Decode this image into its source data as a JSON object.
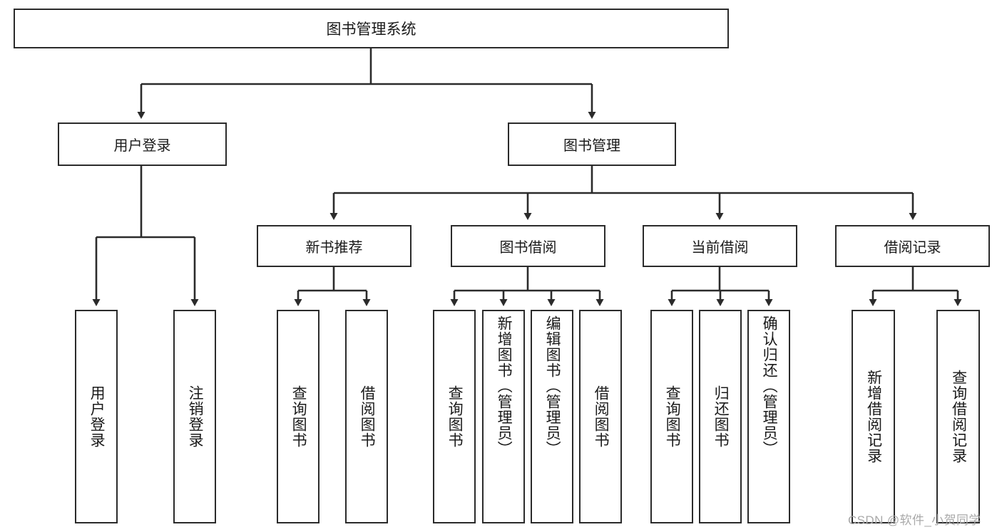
{
  "diagram": {
    "title_node": {
      "label": "图书管理系统"
    },
    "level2": [
      {
        "id": "user-login",
        "label": "用户登录"
      },
      {
        "id": "book-management",
        "label": "图书管理"
      }
    ],
    "level3": [
      {
        "id": "new-book-recommend",
        "label": "新书推荐"
      },
      {
        "id": "book-borrow",
        "label": "图书借阅"
      },
      {
        "id": "current-borrow",
        "label": "当前借阅"
      },
      {
        "id": "borrow-record",
        "label": "借阅记录"
      }
    ],
    "leaves": {
      "user_login": [
        {
          "id": "leaf-user-login",
          "label": "用户登录"
        },
        {
          "id": "leaf-logout",
          "label": "注销登录"
        }
      ],
      "new_book_recommend": [
        {
          "id": "leaf-query-book-1",
          "label": "查询图书"
        },
        {
          "id": "leaf-borrow-book-1",
          "label": "借阅图书"
        }
      ],
      "book_borrow": [
        {
          "id": "leaf-query-book-2",
          "label": "查询图书"
        },
        {
          "id": "leaf-add-book",
          "label": "新增图书（管理员）"
        },
        {
          "id": "leaf-edit-book",
          "label": "编辑图书（管理员）"
        },
        {
          "id": "leaf-borrow-book-2",
          "label": "借阅图书"
        }
      ],
      "current_borrow": [
        {
          "id": "leaf-query-book-3",
          "label": "查询图书"
        },
        {
          "id": "leaf-return-book",
          "label": "归还图书"
        },
        {
          "id": "leaf-confirm-return",
          "label": "确认归还（管理员）"
        }
      ],
      "borrow_record": [
        {
          "id": "leaf-add-record",
          "label": "新增借阅记录"
        },
        {
          "id": "leaf-query-record",
          "label": "查询借阅记录"
        }
      ]
    }
  },
  "watermark": {
    "text": "CSDN @软件_小贺同学"
  },
  "colors": {
    "stroke": "#2b2b2b",
    "background": "#ffffff",
    "text": "#1a1a1a",
    "watermark": "#a9a9a9"
  }
}
